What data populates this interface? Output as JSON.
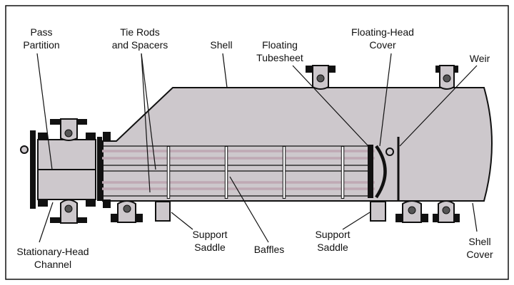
{
  "labels": {
    "pass_partition": [
      "Pass",
      "Partition"
    ],
    "tie_rods": [
      "Tie Rods",
      "and Spacers"
    ],
    "shell": "Shell",
    "floating_tubesheet": [
      "Floating",
      "Tubesheet"
    ],
    "floating_head_cover": [
      "Floating-Head",
      "Cover"
    ],
    "weir": "Weir",
    "stationary_head_channel": [
      "Stationary-Head",
      "Channel"
    ],
    "support_saddle_left": [
      "Support",
      "Saddle"
    ],
    "baffles": "Baffles",
    "support_saddle_right": [
      "Support",
      "Saddle"
    ],
    "shell_cover": [
      "Shell",
      "Cover"
    ]
  },
  "colors": {
    "body": "#cdc8cc",
    "tube": "#bfa9b4",
    "outline": "#111111"
  }
}
